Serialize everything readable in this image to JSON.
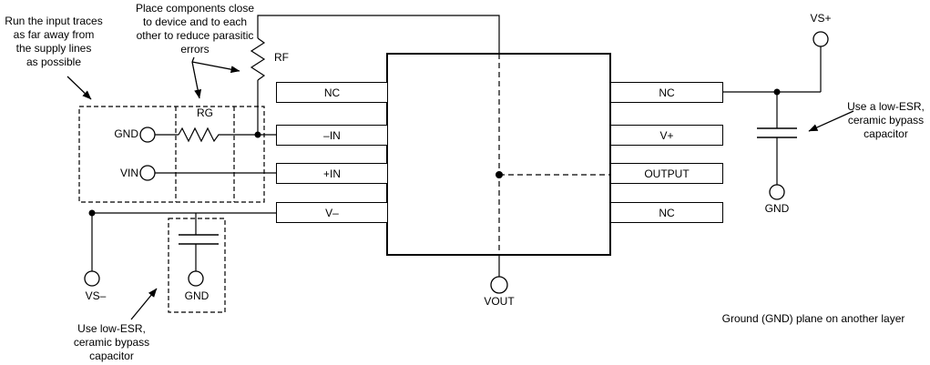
{
  "diagram": {
    "annotations": {
      "input_traces": "Run the input traces\nas far away from\nthe supply lines\nas possible",
      "place_components": "Place components close\nto device and to each\nother to reduce parasitic\nerrors",
      "bypass_right": "Use a low-ESR,\nceramic bypass\ncapacitor",
      "bypass_left": "Use low-ESR,\nceramic bypass\ncapacitor",
      "gnd_plane": "Ground (GND) plane on another layer"
    },
    "labels": {
      "rf": "RF",
      "rg": "RG",
      "gnd_left": "GND",
      "vin": "VIN",
      "vs_minus": "VS–",
      "gnd_bottom_left": "GND",
      "vout": "VOUT",
      "vs_plus": "VS+",
      "gnd_right": "GND"
    },
    "pins": {
      "left": [
        "NC",
        "–IN",
        "+IN",
        "V–"
      ],
      "right": [
        "NC",
        "V+",
        "OUTPUT",
        "NC"
      ]
    },
    "colors": {
      "line": "#000000",
      "background": "#ffffff"
    }
  }
}
